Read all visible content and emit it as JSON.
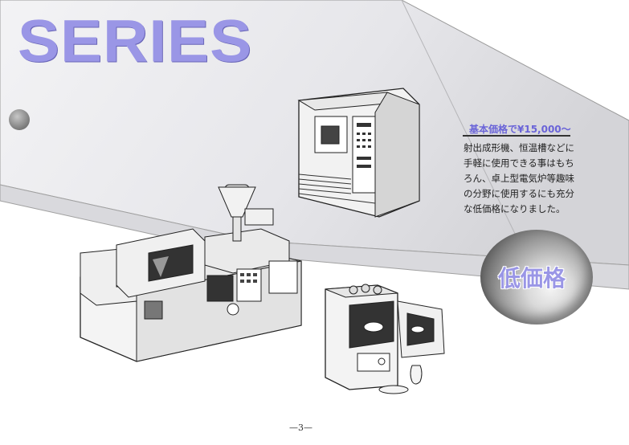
{
  "heading": "SERIES",
  "price_title": "基本価格で¥15,000〜",
  "description_lines": [
    "射出成形機、恒温槽などに",
    "手軽に使用できる事はもち",
    "ろん、卓上型電気炉等趣味",
    "の分野に使用するにも充分",
    "な低価格になりました。"
  ],
  "badge": "低価格",
  "page_number": "—3—"
}
